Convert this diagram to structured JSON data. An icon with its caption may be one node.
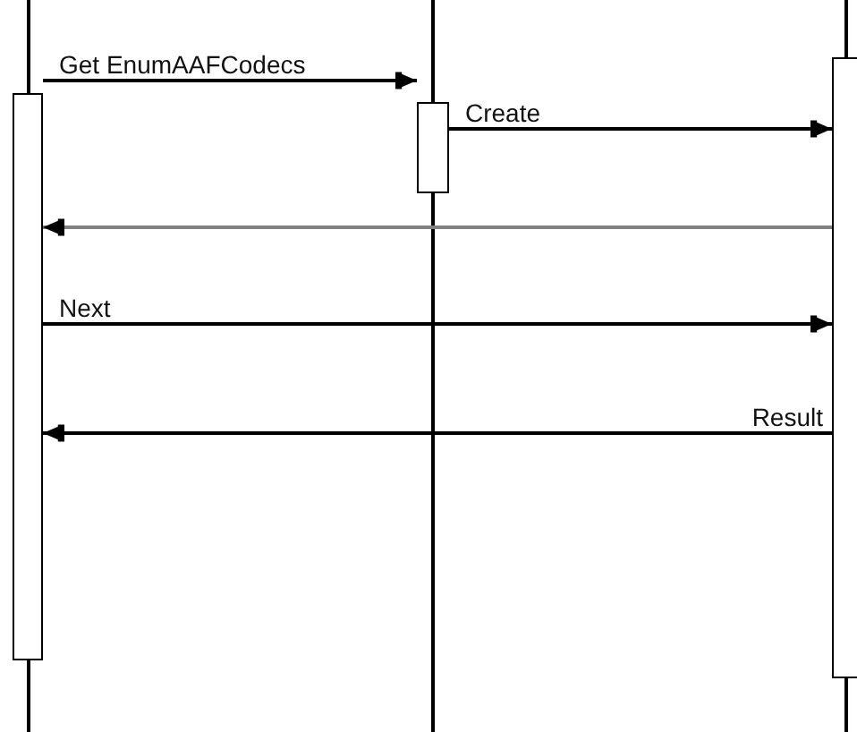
{
  "diagram": {
    "nodes": [
      {
        "text": [],
        "shape": "bar"
      },
      {
        "text": [],
        "shape": "bar"
      },
      {
        "text": [],
        "shape": "bar"
      }
    ],
    "edges": [
      {
        "from": 0,
        "to": 1,
        "arrow": "to",
        "label": "Get EnumAAFCodecs"
      },
      {
        "from": 1,
        "to": 2,
        "arrow": "to",
        "label": "Create"
      },
      {
        "from": 2,
        "to": 0,
        "arrow": "to",
        "color": "#808080"
      },
      {
        "from": 0,
        "to": 2,
        "arrow": "to",
        "label": "Next"
      },
      {
        "from": 2,
        "to": 0,
        "arrow": "to",
        "label": "Result"
      }
    ]
  }
}
